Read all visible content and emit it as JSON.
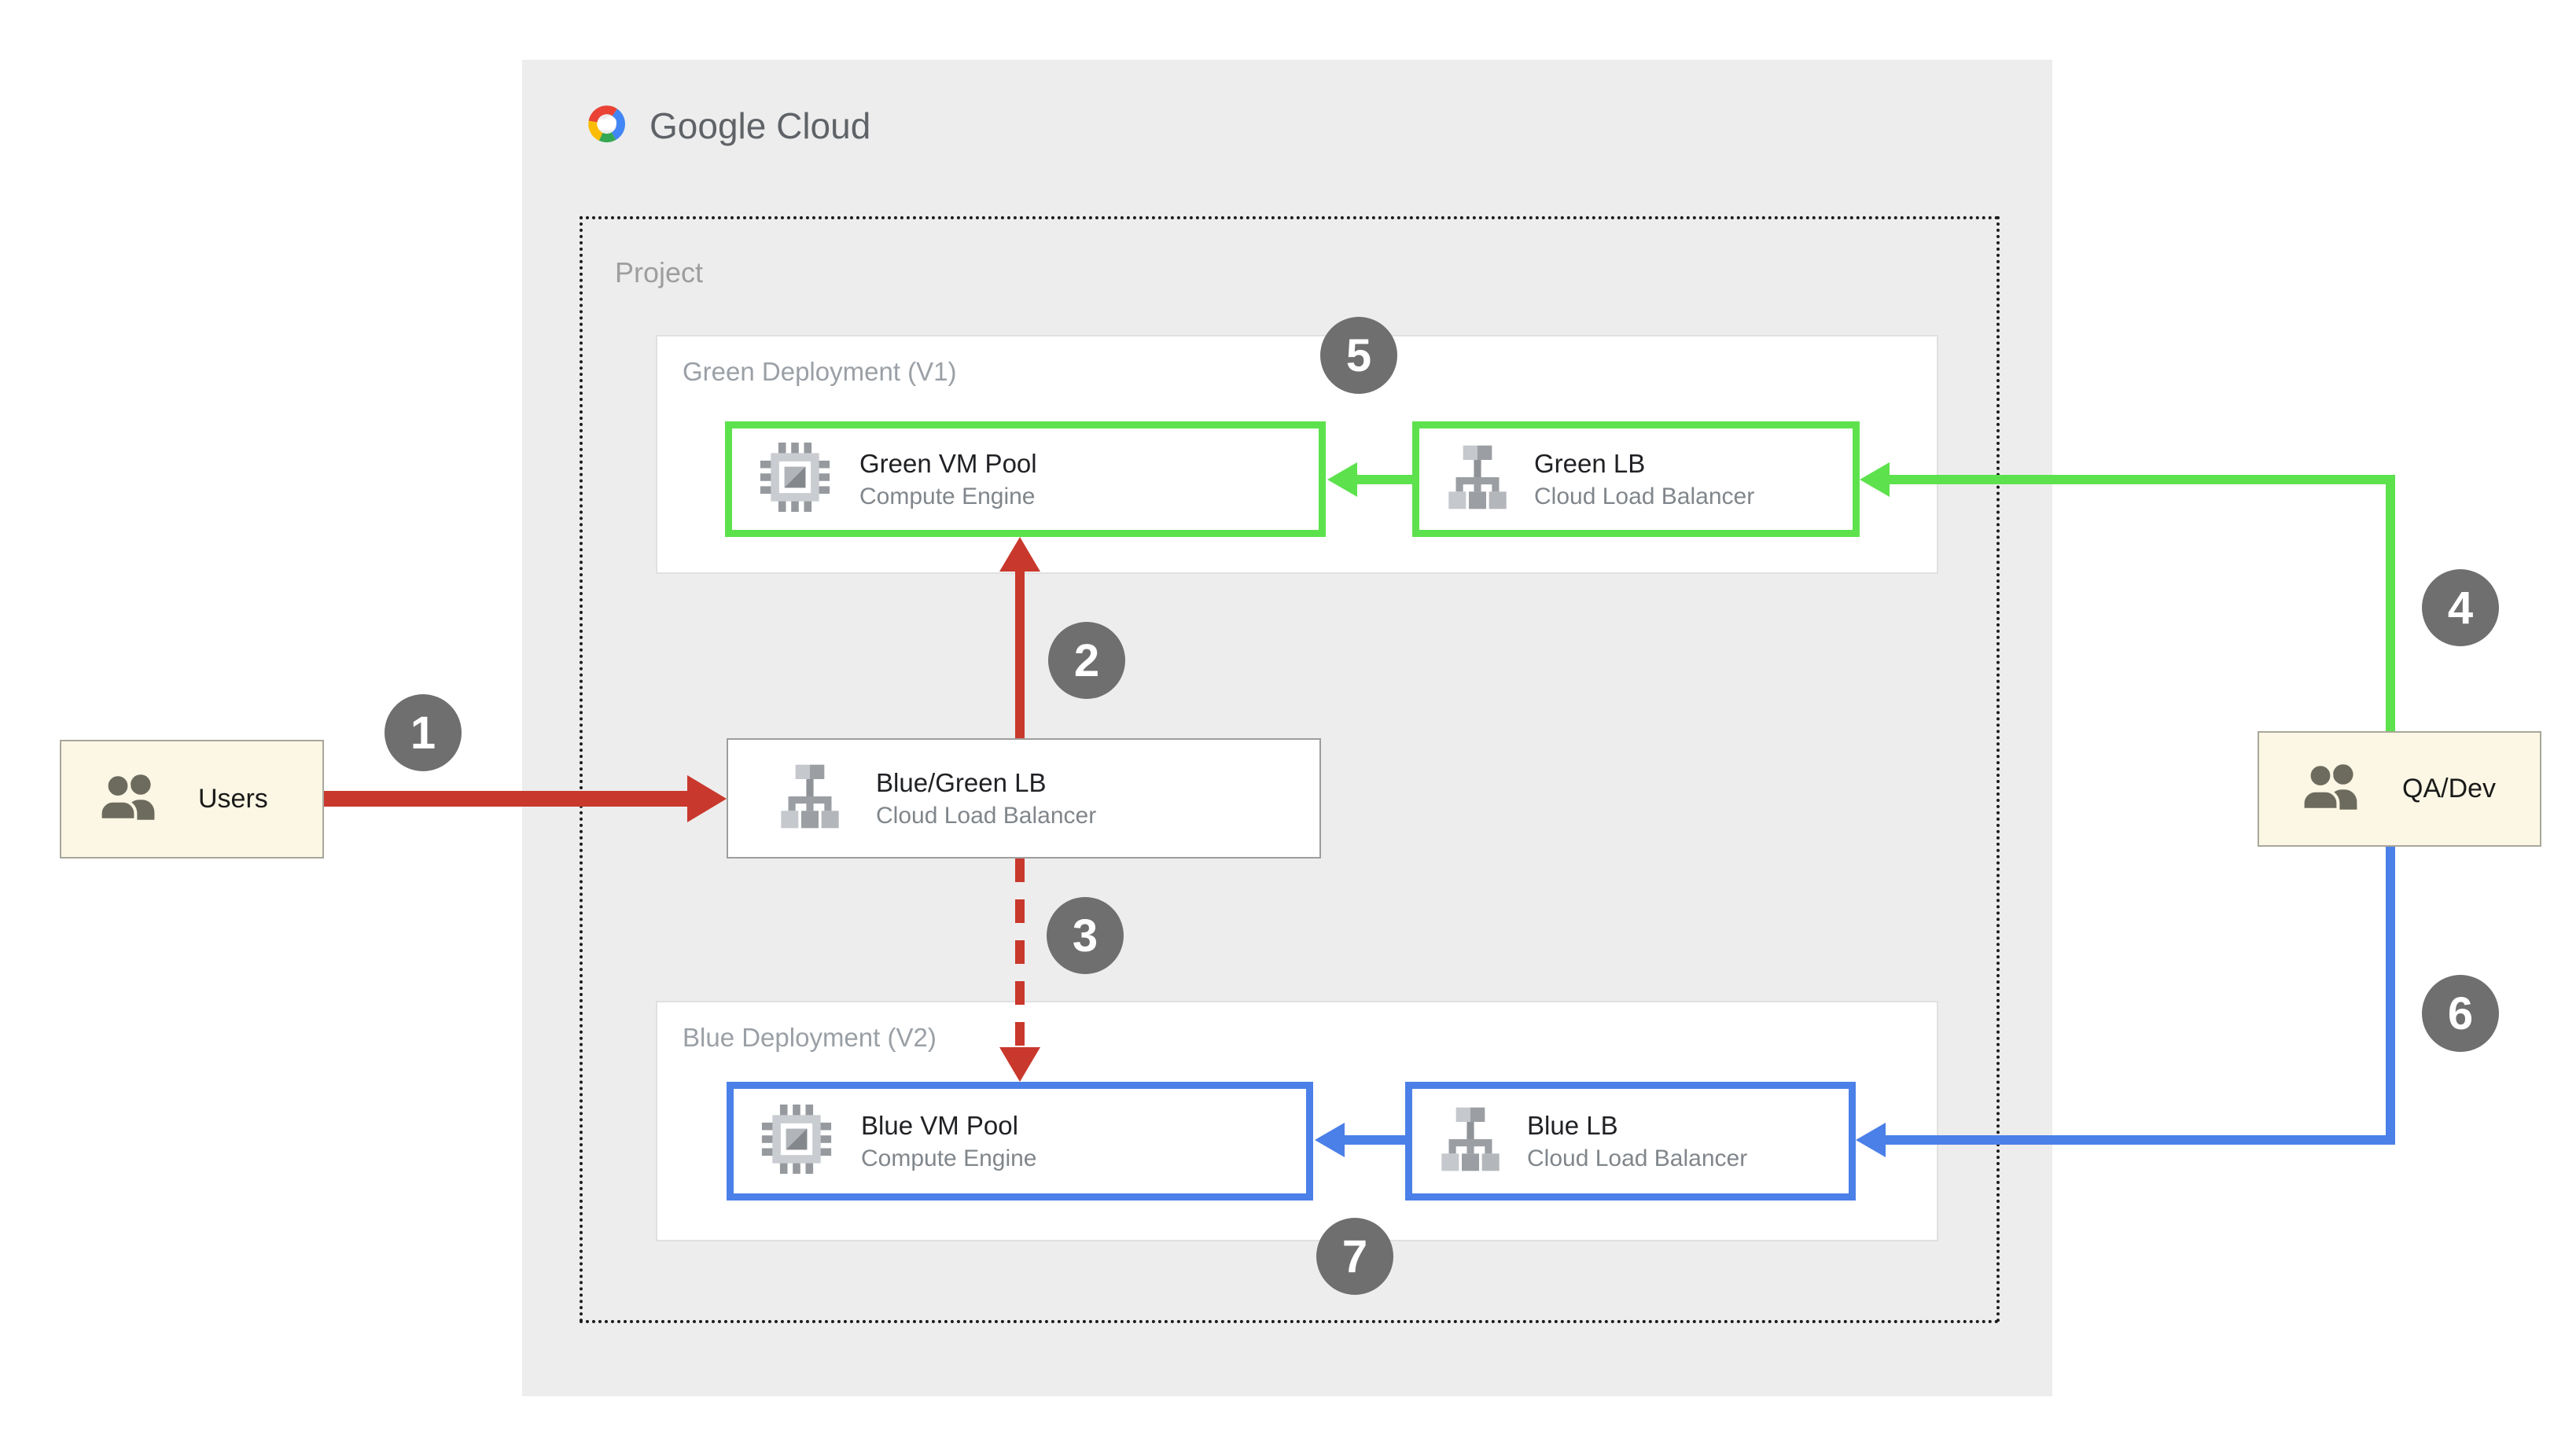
{
  "logo": {
    "text": "Google Cloud",
    "icon": "google-cloud-logo"
  },
  "project": {
    "label": "Project"
  },
  "actors": {
    "users": {
      "label": "Users",
      "icon": "users"
    },
    "qa_dev": {
      "label": "QA/Dev",
      "icon": "users"
    }
  },
  "load_balancer": {
    "title": "Blue/Green LB",
    "subtitle": "Cloud Load Balancer",
    "icon": "cloud-load-balancer"
  },
  "deployments": {
    "green": {
      "label": "Green Deployment (V1)",
      "vm_pool": {
        "title": "Green VM Pool",
        "subtitle": "Compute Engine",
        "icon": "compute-engine"
      },
      "lb": {
        "title": "Green LB",
        "subtitle": "Cloud Load Balancer",
        "icon": "cloud-load-balancer"
      }
    },
    "blue": {
      "label": "Blue Deployment (V2)",
      "vm_pool": {
        "title": "Blue VM Pool",
        "subtitle": "Compute Engine",
        "icon": "compute-engine"
      },
      "lb": {
        "title": "Blue LB",
        "subtitle": "Cloud Load Balancer",
        "icon": "cloud-load-balancer"
      }
    }
  },
  "steps": [
    "1",
    "2",
    "3",
    "4",
    "5",
    "6",
    "7"
  ],
  "colors": {
    "panel_bg": "#EDEDED",
    "accent_green": "#5DE24D",
    "accent_blue": "#4A80E8",
    "accent_red": "#C9382C",
    "badge_gray": "#6F6F6F",
    "actor_bg": "#FBF7E4",
    "logo_red": "#EA4335",
    "logo_blue": "#4285F4",
    "logo_green": "#34A853",
    "logo_yellow": "#FBBC05"
  }
}
